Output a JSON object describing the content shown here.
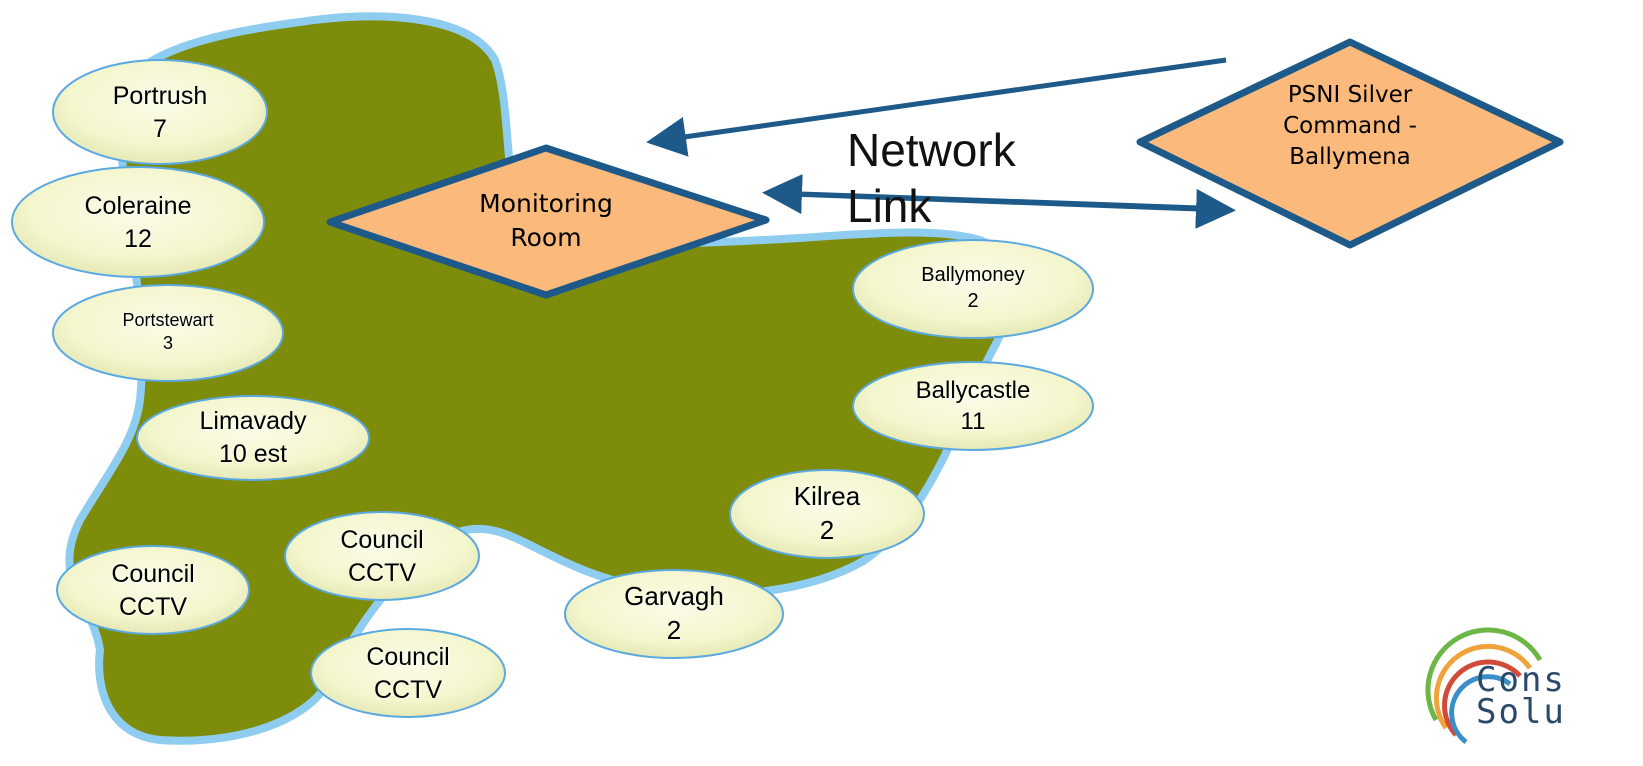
{
  "colors": {
    "land_fill": "#7d8c0a",
    "land_outline": "#8ecdf0",
    "bubble_fill": "#f6f8d4",
    "bubble_stroke": "#5aa9e0",
    "diamond_fill": "#fbb97c",
    "diamond_stroke": "#1d5a8a",
    "arrow": "#1d5a8a"
  },
  "monitoring_room": {
    "line1": "Monitoring",
    "line2": "Room"
  },
  "psni": {
    "line1": "PSNI Silver",
    "line2": "Command -",
    "line3": "Ballymena"
  },
  "network_link": {
    "line1": "Network",
    "line2": "Link"
  },
  "bubbles": {
    "portrush": {
      "name": "Portrush",
      "count": "7"
    },
    "coleraine": {
      "name": "Coleraine",
      "count": "12"
    },
    "portstewart": {
      "name": "Portstewart",
      "count": "3"
    },
    "limavady": {
      "name": "Limavady",
      "count": "10 est"
    },
    "council_cctv_1": {
      "line1": "Council",
      "line2": "CCTV"
    },
    "council_cctv_2": {
      "line1": "Council",
      "line2": "CCTV"
    },
    "council_cctv_3": {
      "line1": "Council",
      "line2": "CCTV"
    },
    "garvagh": {
      "name": "Garvagh",
      "count": "2"
    },
    "kilrea": {
      "name": "Kilrea",
      "count": "2"
    },
    "ballycastle": {
      "name": "Ballycastle",
      "count": "11"
    },
    "ballymoney": {
      "name": "Ballymoney",
      "count": "2"
    }
  },
  "logo": {
    "line1": "Cons",
    "line2": "Solu"
  }
}
